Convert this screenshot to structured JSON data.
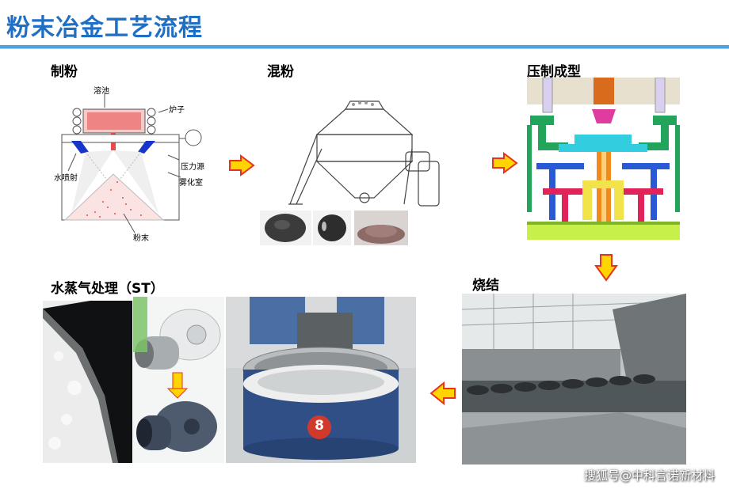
{
  "title": "粉末冶金工艺流程",
  "steps": {
    "powder_making": {
      "label": "制粉",
      "annotations": [
        "溶池",
        "炉子",
        "水喷射",
        "压力源",
        "雾化室",
        "粉末"
      ]
    },
    "mixing": {
      "label": "混粉"
    },
    "pressing": {
      "label": "压制成型"
    },
    "sintering": {
      "label": "烧结"
    },
    "steam": {
      "label": "水蒸气处理（ST）",
      "badge": "8"
    }
  },
  "watermark": "搜狐号@中科言诺新材料",
  "colors": {
    "title": "#1f6fc4",
    "rule": "#4aa3e0",
    "arrow_fill": "#ffd400",
    "arrow_stroke": "#e8321c"
  }
}
